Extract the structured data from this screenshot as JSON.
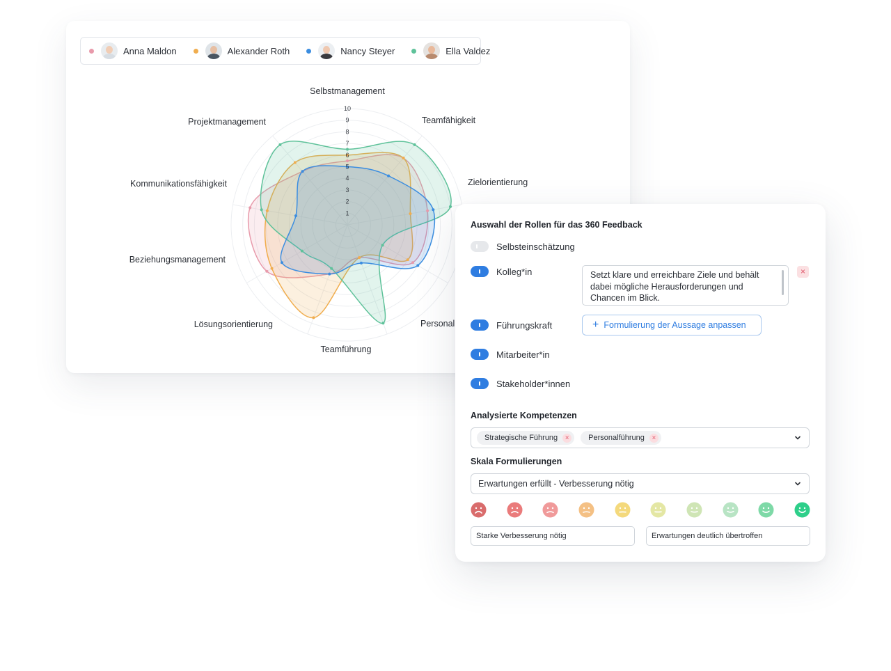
{
  "legend": [
    {
      "name": "Anna Maldon",
      "color": "#e89aab",
      "avatar": "avatar-anna"
    },
    {
      "name": "Alexander Roth",
      "color": "#f0ad4e",
      "avatar": "avatar-alexander"
    },
    {
      "name": "Nancy Steyer",
      "color": "#3b8de0",
      "avatar": "avatar-nancy"
    },
    {
      "name": "Ella Valdez",
      "color": "#5fc29a",
      "avatar": "avatar-ella"
    }
  ],
  "chart_data": {
    "type": "radar",
    "axes": [
      "Selbstmanagement",
      "Teamfähigkeit",
      "Zielorientierung",
      "Personalführung",
      "Teamführung",
      "Lösungsorientierung",
      "Beziehungsmanagement",
      "Kommunikationsfähigkeit",
      "Projektmanagement"
    ],
    "visible_axis_labels": [
      "Selbstmanagement",
      "Teamfähigkeit",
      "Zielorientierung",
      "Personal",
      "Teamführung",
      "Lösungsorientierung",
      "Beziehungsmanagement",
      "Kommunikationsfähigkeit",
      "Projektmanagement"
    ],
    "ticks": [
      "1",
      "2",
      "3",
      "4",
      "5",
      "6",
      "7",
      "8",
      "9",
      "10"
    ],
    "rmax": 10,
    "series": [
      {
        "name": "Anna Maldon",
        "color": "#e89aab",
        "values": [
          5.5,
          7.5,
          7,
          6.5,
          3,
          4.5,
          8,
          8.5,
          6
        ]
      },
      {
        "name": "Alexander Roth",
        "color": "#f0ad4e",
        "values": [
          6,
          7.5,
          5.5,
          6,
          3,
          8.5,
          7.5,
          7,
          7
        ]
      },
      {
        "name": "Nancy Steyer",
        "color": "#3b8de0",
        "values": [
          5,
          5.5,
          7.5,
          7,
          3.5,
          4.5,
          6.5,
          4.5,
          6
        ]
      },
      {
        "name": "Ella Valdez",
        "color": "#5fc29a",
        "values": [
          6.5,
          9,
          9,
          3.5,
          9,
          4,
          4.5,
          7.5,
          9
        ]
      }
    ]
  },
  "panel": {
    "roles_title": "Auswahl der Rollen für das 360 Feedback",
    "roles": [
      {
        "label": "Selbsteinschätzung",
        "on": false
      },
      {
        "label": "Kolleg*in",
        "on": true
      },
      {
        "label": "Führungskraft",
        "on": true
      },
      {
        "label": "Mitarbeiter*in",
        "on": true
      },
      {
        "label": "Stakeholder*innen",
        "on": true
      }
    ],
    "statement": "Setzt klare und erreichbare Ziele und behält dabei mögliche Herausforderungen und Chancen im Blick.",
    "remove_icon": "×",
    "adjust_button": "Formulierung der Aussage anpassen",
    "competencies_title": "Analysierte Kompetenzen",
    "competencies": [
      "Strategische Führung",
      "Personalführung"
    ],
    "scale_title": "Skala Formulierungen",
    "scale_selected": "Erwartungen erfüllt - Verbesserung nötig",
    "smiley_colors": [
      "#d96c6c",
      "#ea7b7b",
      "#f09a9a",
      "#f4c084",
      "#f4d97c",
      "#e4e7a4",
      "#cfe5b5",
      "#b8e4c4",
      "#7ed9a7",
      "#2ecf8a"
    ],
    "scale_low": "Starke Verbesserung nötig",
    "scale_high": "Erwartungen deutlich übertroffen"
  }
}
